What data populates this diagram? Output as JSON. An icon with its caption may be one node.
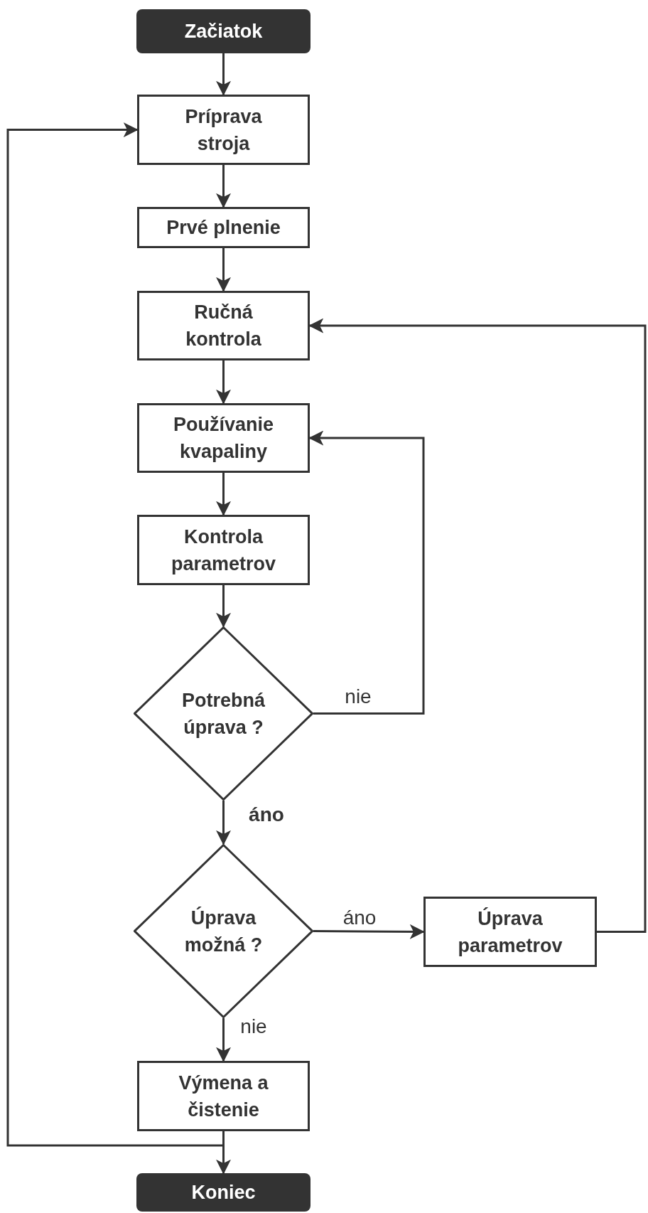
{
  "diagram": {
    "nodes": [
      {
        "text": [
          "Začiatok"
        ]
      },
      {
        "text": [
          "Príprava stroja"
        ]
      },
      {
        "text": [
          "Prvé plnenie"
        ]
      },
      {
        "text": [
          "Ručná kontrola"
        ]
      },
      {
        "text": [
          "Používanie kvapaliny"
        ]
      },
      {
        "text": [
          "Kontrola parametrov"
        ]
      },
      {
        "text": [
          "Potrebná úprava ?"
        ]
      },
      {
        "text": [
          "Úprava možná ?"
        ]
      },
      {
        "text": [
          "Úprava parametrov"
        ]
      },
      {
        "text": [
          "Výmena a čistenie"
        ]
      },
      {
        "text": [
          "Koniec"
        ]
      }
    ],
    "edges": [
      {
        "from": 0,
        "to": 1,
        "arrow": "to"
      },
      {
        "from": 1,
        "to": 2,
        "arrow": "to"
      },
      {
        "from": 2,
        "to": 3,
        "arrow": "to"
      },
      {
        "from": 3,
        "to": 4,
        "arrow": "to"
      },
      {
        "from": 4,
        "to": 5,
        "arrow": "to"
      },
      {
        "from": 5,
        "to": 6,
        "arrow": "to"
      },
      {
        "from": 6,
        "to": 4,
        "arrow": "to",
        "label": "nie"
      },
      {
        "from": 6,
        "to": 7,
        "arrow": "to",
        "label": "áno"
      },
      {
        "from": 7,
        "to": 8,
        "arrow": "to",
        "label": "áno"
      },
      {
        "from": 8,
        "to": 3,
        "arrow": "to"
      },
      {
        "from": 7,
        "to": 9,
        "arrow": "to",
        "label": "nie"
      },
      {
        "from": 9,
        "to": 10,
        "arrow": "to"
      },
      {
        "from": 9,
        "to": 1,
        "arrow": "to"
      }
    ]
  }
}
